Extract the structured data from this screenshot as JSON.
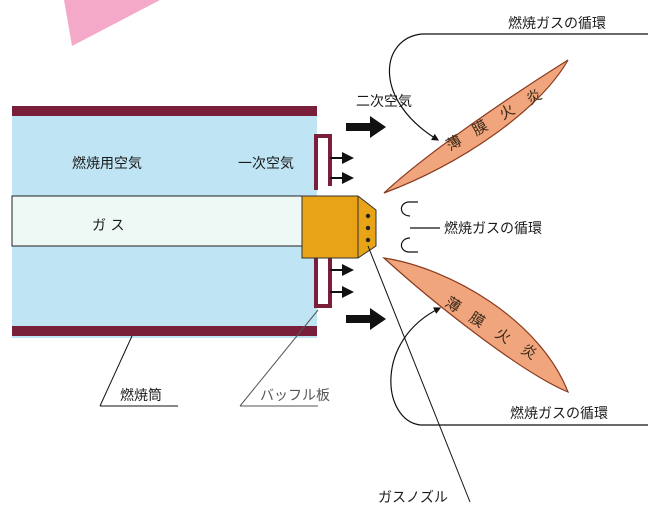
{
  "labels": {
    "combustion_air": "燃焼用空気",
    "primary_air": "一次空気",
    "secondary_air": "二次空気",
    "gas": "ガ ス",
    "flame_upper": [
      "薄",
      "膜",
      "火",
      "炎"
    ],
    "flame_lower": [
      "薄",
      "膜",
      "火",
      "炎"
    ],
    "recirc_top": "燃焼ガスの循環",
    "recirc_middle": "燃焼ガスの循環",
    "recirc_bottom": "燃焼ガスの循環",
    "combustion_tube": "燃焼筒",
    "baffle_plate": "バッフル板",
    "gas_nozzle": "ガスノズル"
  },
  "colors": {
    "wall": "#7a1f3a",
    "air_fill": "#bfe4f3",
    "gas_fill": "#eef8f4",
    "nozzle": "#e8a317",
    "flame": "#f0a57c",
    "pink_corner": "#f4a9c8"
  }
}
